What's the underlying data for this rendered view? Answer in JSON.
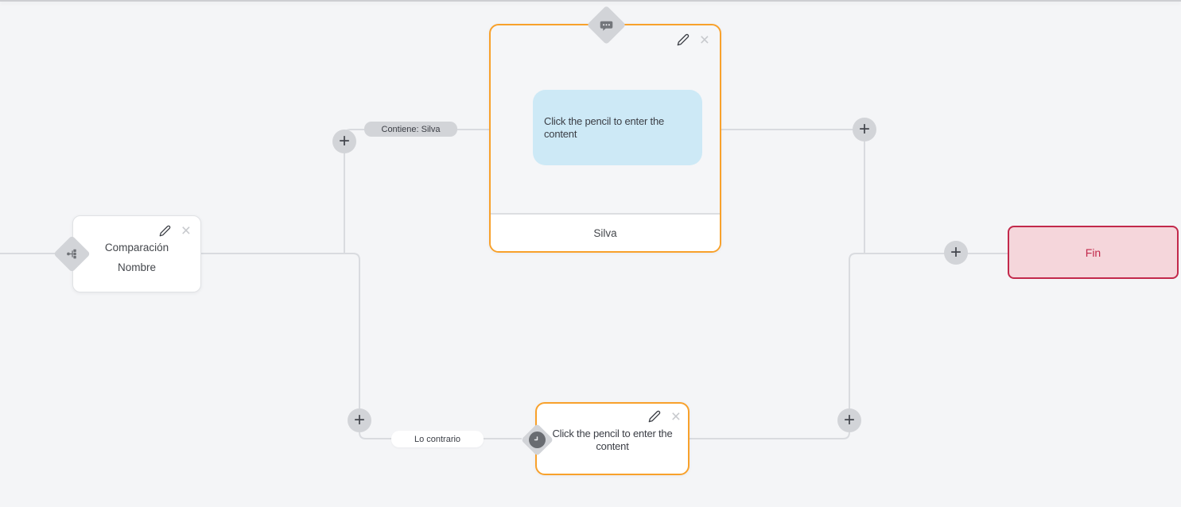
{
  "canvas": {
    "background": "#f4f5f7",
    "edge_color": "#d9dbdf",
    "accent_orange": "#f8a12b"
  },
  "glyphs": {
    "plus": "+",
    "close": "×"
  },
  "nodes": {
    "condition": {
      "title_line1": "Comparación",
      "title_line2": "Nombre",
      "icon": "split-icon"
    },
    "message": {
      "bubble_text": "Click the pencil to enter the content",
      "footer_label": "Silva",
      "bubble_color": "#cde9f6",
      "icon": "chat-bubble-icon"
    },
    "reply": {
      "text": "Click the pencil to enter the content",
      "icon": "clock-icon"
    },
    "end": {
      "label": "Fin",
      "bg_color": "#f5d6db",
      "border_color": "#c2294b",
      "text_color": "#c2294b"
    }
  },
  "edge_labels": {
    "top": "Contiene: Silva",
    "bottom": "Lo contrario"
  }
}
